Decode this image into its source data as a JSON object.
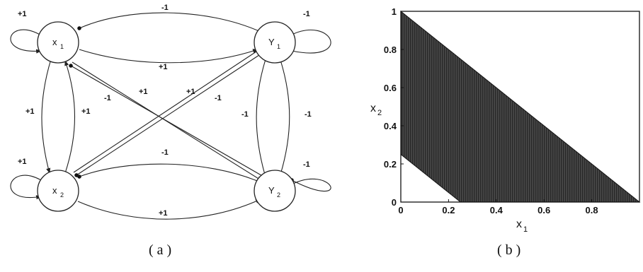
{
  "network": {
    "nodes": [
      {
        "id": "x1",
        "main": "x",
        "sub": "1"
      },
      {
        "id": "y1",
        "main": "Y",
        "sub": "1"
      },
      {
        "id": "x2",
        "main": "x",
        "sub": "2"
      },
      {
        "id": "y2",
        "main": "Y",
        "sub": "2"
      }
    ],
    "edges": [
      {
        "id": "x1-self",
        "label": "+1",
        "type": "excitatory"
      },
      {
        "id": "y1-self",
        "label": "-1",
        "type": "inhibitory"
      },
      {
        "id": "x2-self",
        "label": "+1",
        "type": "excitatory"
      },
      {
        "id": "y2-self",
        "label": "-1",
        "type": "inhibitory"
      },
      {
        "id": "y1-to-x1",
        "label": "-1",
        "type": "inhibitory"
      },
      {
        "id": "x1-to-y1",
        "label": "+1",
        "type": "excitatory"
      },
      {
        "id": "y2-to-x2",
        "label": "-1",
        "type": "inhibitory"
      },
      {
        "id": "x2-to-y2",
        "label": "+1",
        "type": "excitatory"
      },
      {
        "id": "x1-to-x2",
        "label": "+1",
        "type": "excitatory"
      },
      {
        "id": "x2-to-x1",
        "label": "+1",
        "type": "excitatory"
      },
      {
        "id": "y1-to-y2",
        "label": "-1",
        "type": "inhibitory"
      },
      {
        "id": "y2-to-y1",
        "label": "-1",
        "type": "inhibitory"
      },
      {
        "id": "y1-to-x2",
        "label": "-1",
        "type": "inhibitory"
      },
      {
        "id": "x1-to-y2",
        "label": "+1",
        "type": "excitatory"
      },
      {
        "id": "x2-to-y1",
        "label": "+1",
        "type": "excitatory"
      },
      {
        "id": "y2-to-x1",
        "label": "-1",
        "type": "inhibitory"
      }
    ]
  },
  "chart_data": {
    "type": "area",
    "title": "",
    "xlabel": {
      "main": "x",
      "sub": "1"
    },
    "ylabel": {
      "main": "x",
      "sub": "2"
    },
    "xlim": [
      0,
      1
    ],
    "ylim": [
      0,
      1
    ],
    "xticks": [
      "0",
      "0.2",
      "0.4",
      "0.6",
      "0.8"
    ],
    "yticks": [
      "0",
      "0.2",
      "0.4",
      "0.6",
      "0.8",
      "1"
    ],
    "region": {
      "description_points": [
        [
          0,
          1
        ],
        [
          1,
          0
        ],
        [
          0.25,
          0
        ],
        [
          0,
          0.25
        ]
      ],
      "fill": "#3a3a3a"
    }
  },
  "captions": {
    "a": "( a )",
    "b": "( b )"
  }
}
